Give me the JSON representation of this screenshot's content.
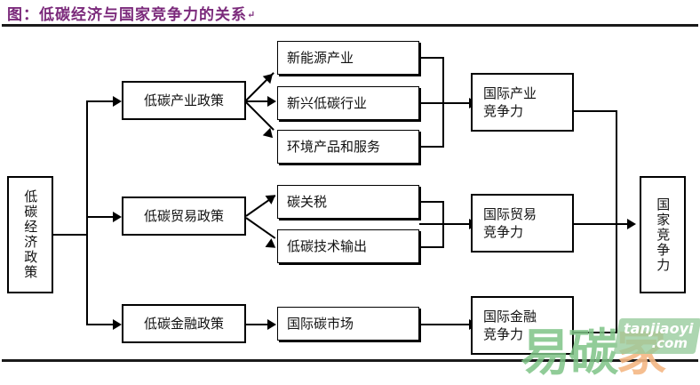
{
  "title": {
    "text": "图：低碳经济与国家竞争力的关系",
    "mark": "↵",
    "color": "#7b2a7b"
  },
  "diagram": {
    "root": {
      "label": "低碳经济政策"
    },
    "policies": [
      {
        "label": "低碳产业政策"
      },
      {
        "label": "低碳贸易政策"
      },
      {
        "label": "低碳金融政策"
      }
    ],
    "instruments": [
      {
        "label": "新能源产业"
      },
      {
        "label": "新兴低碳行业"
      },
      {
        "label": "环境产品和服务"
      },
      {
        "label": "碳关税"
      },
      {
        "label": "低碳技术输出"
      },
      {
        "label": "国际碳市场"
      }
    ],
    "competitiveness": [
      {
        "line1": "国际产业",
        "line2": "竞争力"
      },
      {
        "line1": "国际贸易",
        "line2": "竞争力"
      },
      {
        "line1": "国际金融",
        "line2": "竞争力"
      }
    ],
    "outcome": {
      "label": "国家竞争力"
    }
  },
  "watermark": {
    "cn_1": "易",
    "cn_2": "碳",
    "cn_3": "家",
    "badge_line1": "tanjiaoyi",
    "badge_line2": ".com",
    "badge_color": "#96cb9b",
    "cn_green": "#7ec386",
    "cn_orange": "#f4b784"
  }
}
